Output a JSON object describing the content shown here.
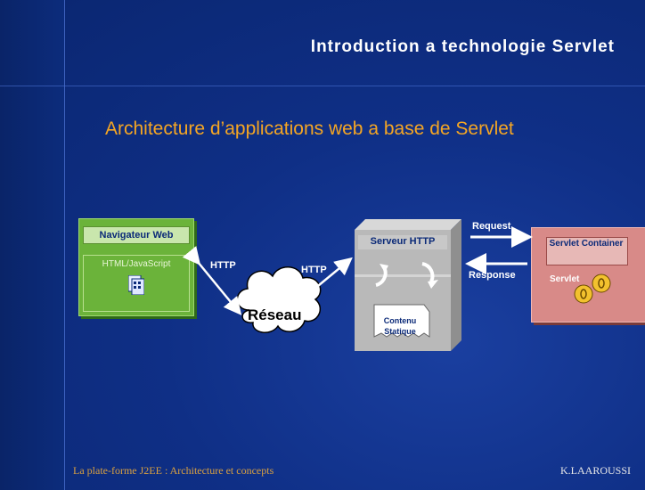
{
  "slide": {
    "title": "Introduction a technologie Servlet",
    "subtitle": "Architecture d’applications web a base de Servlet",
    "footer_left": "La plate-forme J2EE : Architecture et concepts",
    "footer_right": "K.LAAROUSSI"
  },
  "diagram": {
    "browser_title": "Navigateur Web",
    "browser_content": "HTML/JavaScript",
    "network_label": "Réseau",
    "http_left": "HTTP",
    "http_right": "HTTP",
    "server_title": "Serveur HTTP",
    "static_content": "Contenu Statique",
    "request_label": "Request",
    "response_label": "Response",
    "container_title": "Servlet Container",
    "servlet_label": "Servlet"
  },
  "colors": {
    "background": "#0f2f86",
    "title_text": "#ffffff",
    "subtitle_text": "#f5a623",
    "browser_box": "#6bb33a",
    "server_box": "#b5b5b5",
    "container_box": "#d88a88",
    "gear": "#f2c12e"
  },
  "icons": [
    "document-icon",
    "cloud-icon",
    "refresh-arrows-icon",
    "gear-icon"
  ]
}
